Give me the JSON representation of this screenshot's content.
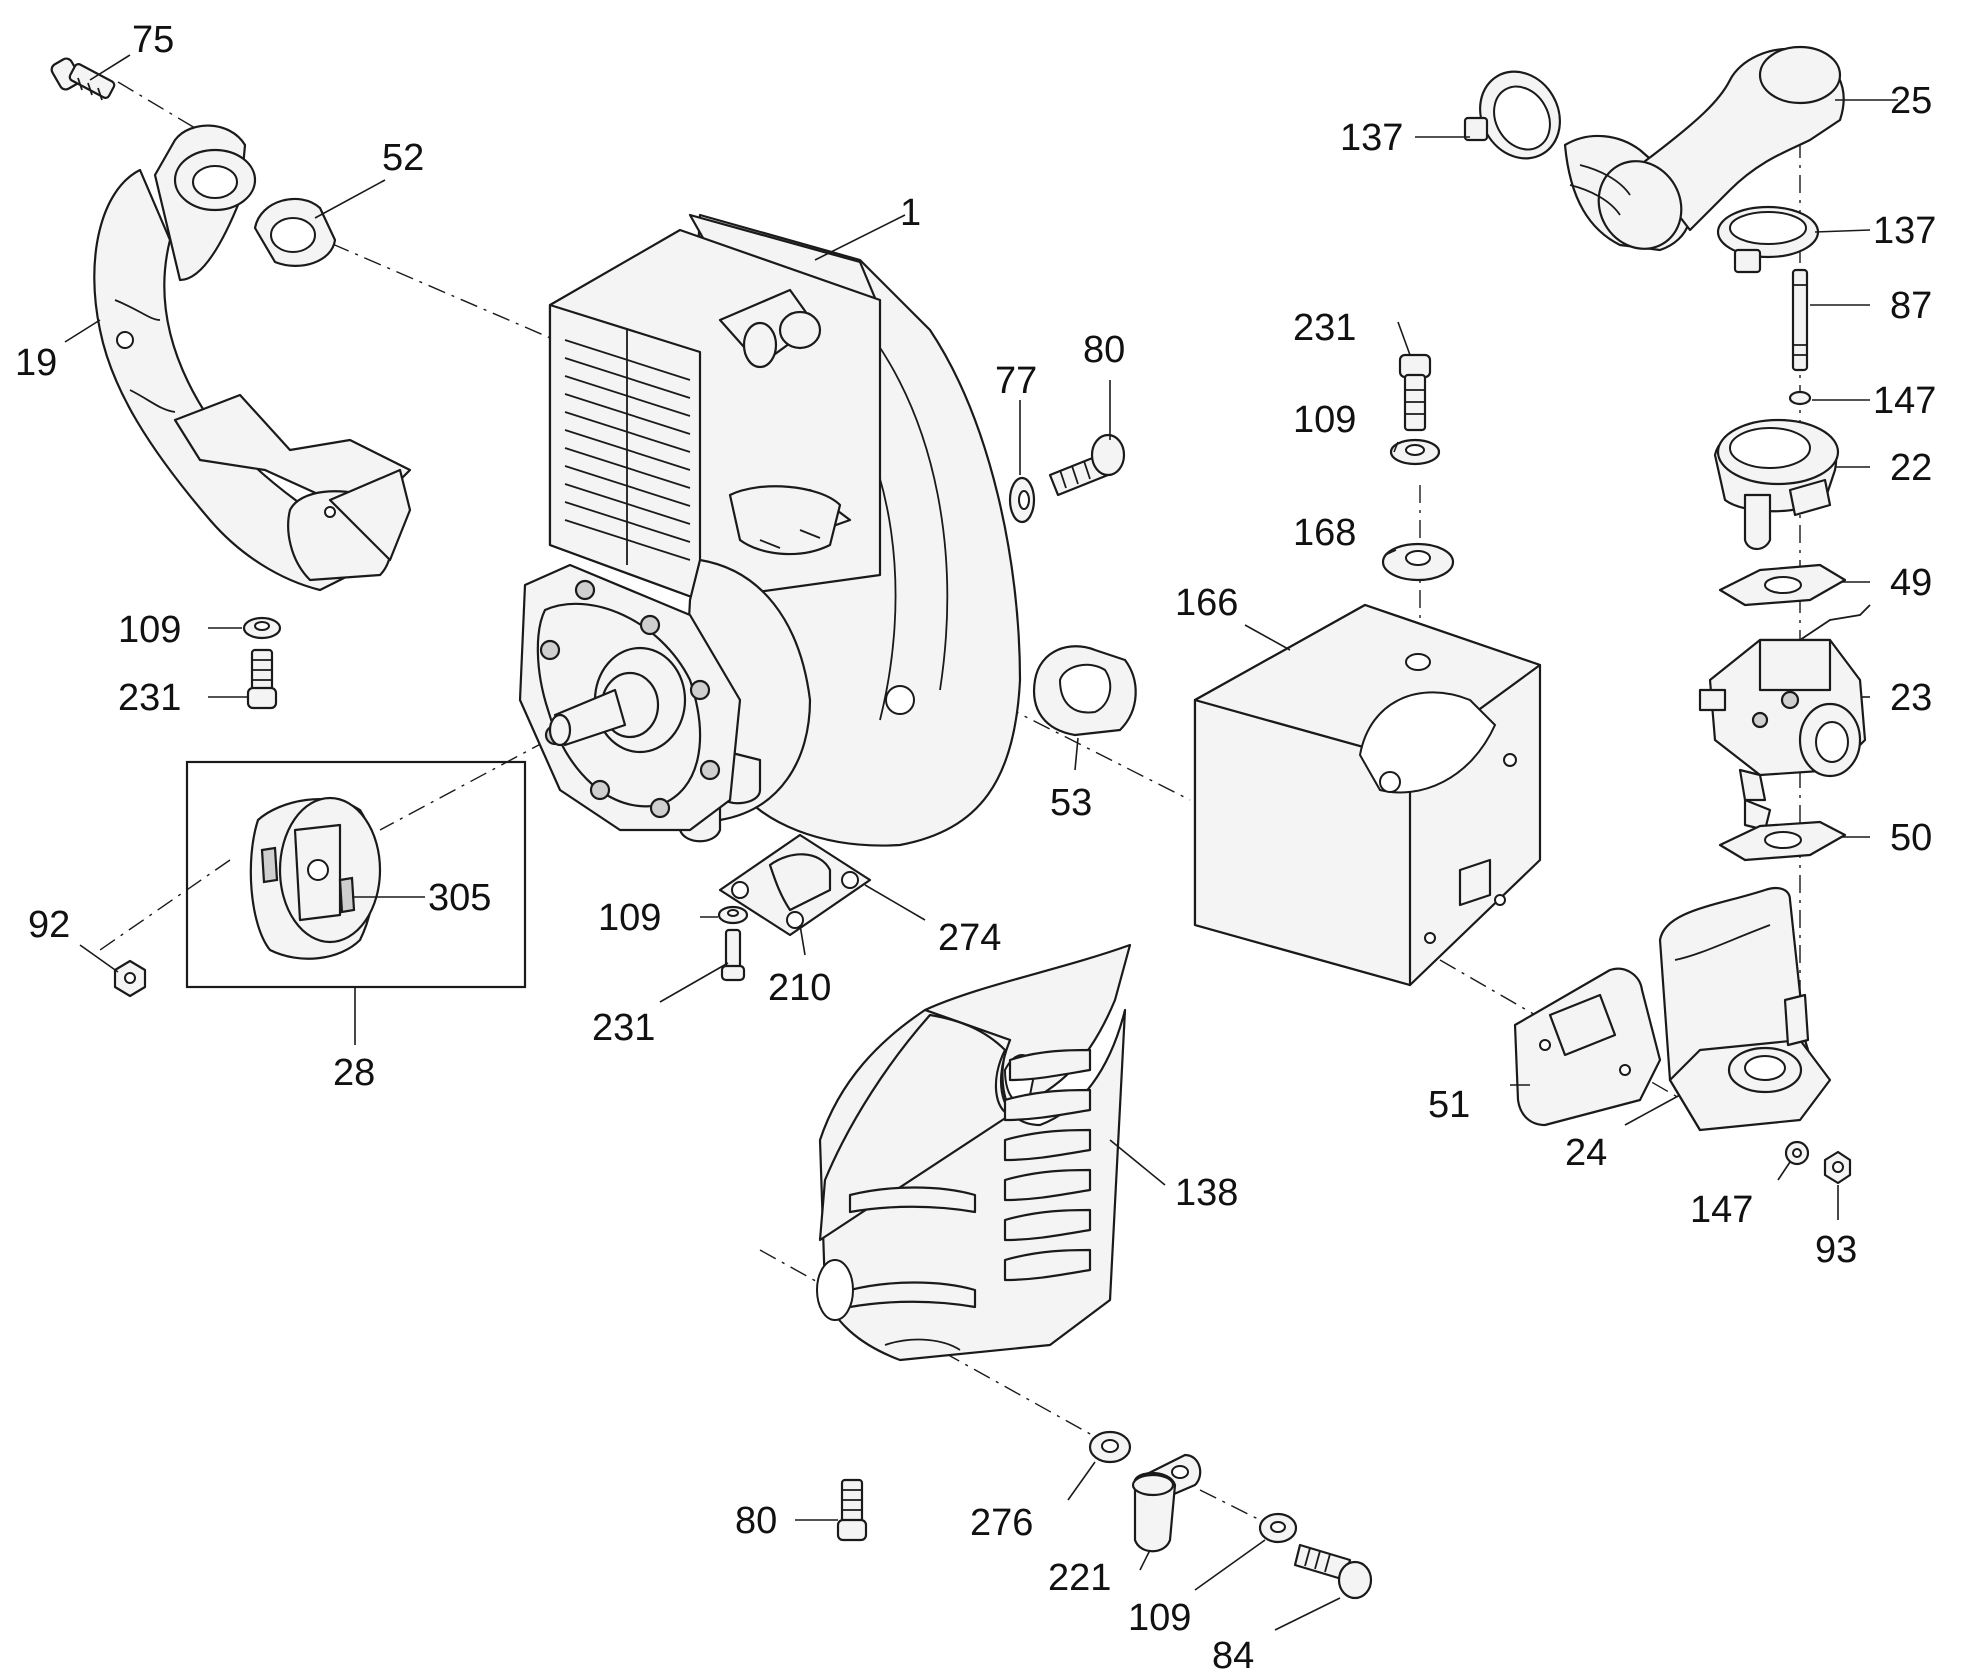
{
  "diagram": {
    "labels": [
      "75",
      "52",
      "1",
      "137",
      "25",
      "137",
      "87",
      "147",
      "22",
      "49",
      "23",
      "50",
      "19",
      "231",
      "109",
      "77",
      "80",
      "168",
      "166",
      "109",
      "231",
      "53",
      "305",
      "92",
      "28",
      "109",
      "274",
      "210",
      "231",
      "51",
      "24",
      "147",
      "93",
      "138",
      "80",
      "276",
      "221",
      "109",
      "84"
    ]
  },
  "colors": {
    "line": "#1a1a1a",
    "fill": "#f4f4f4",
    "background": "#ffffff"
  }
}
